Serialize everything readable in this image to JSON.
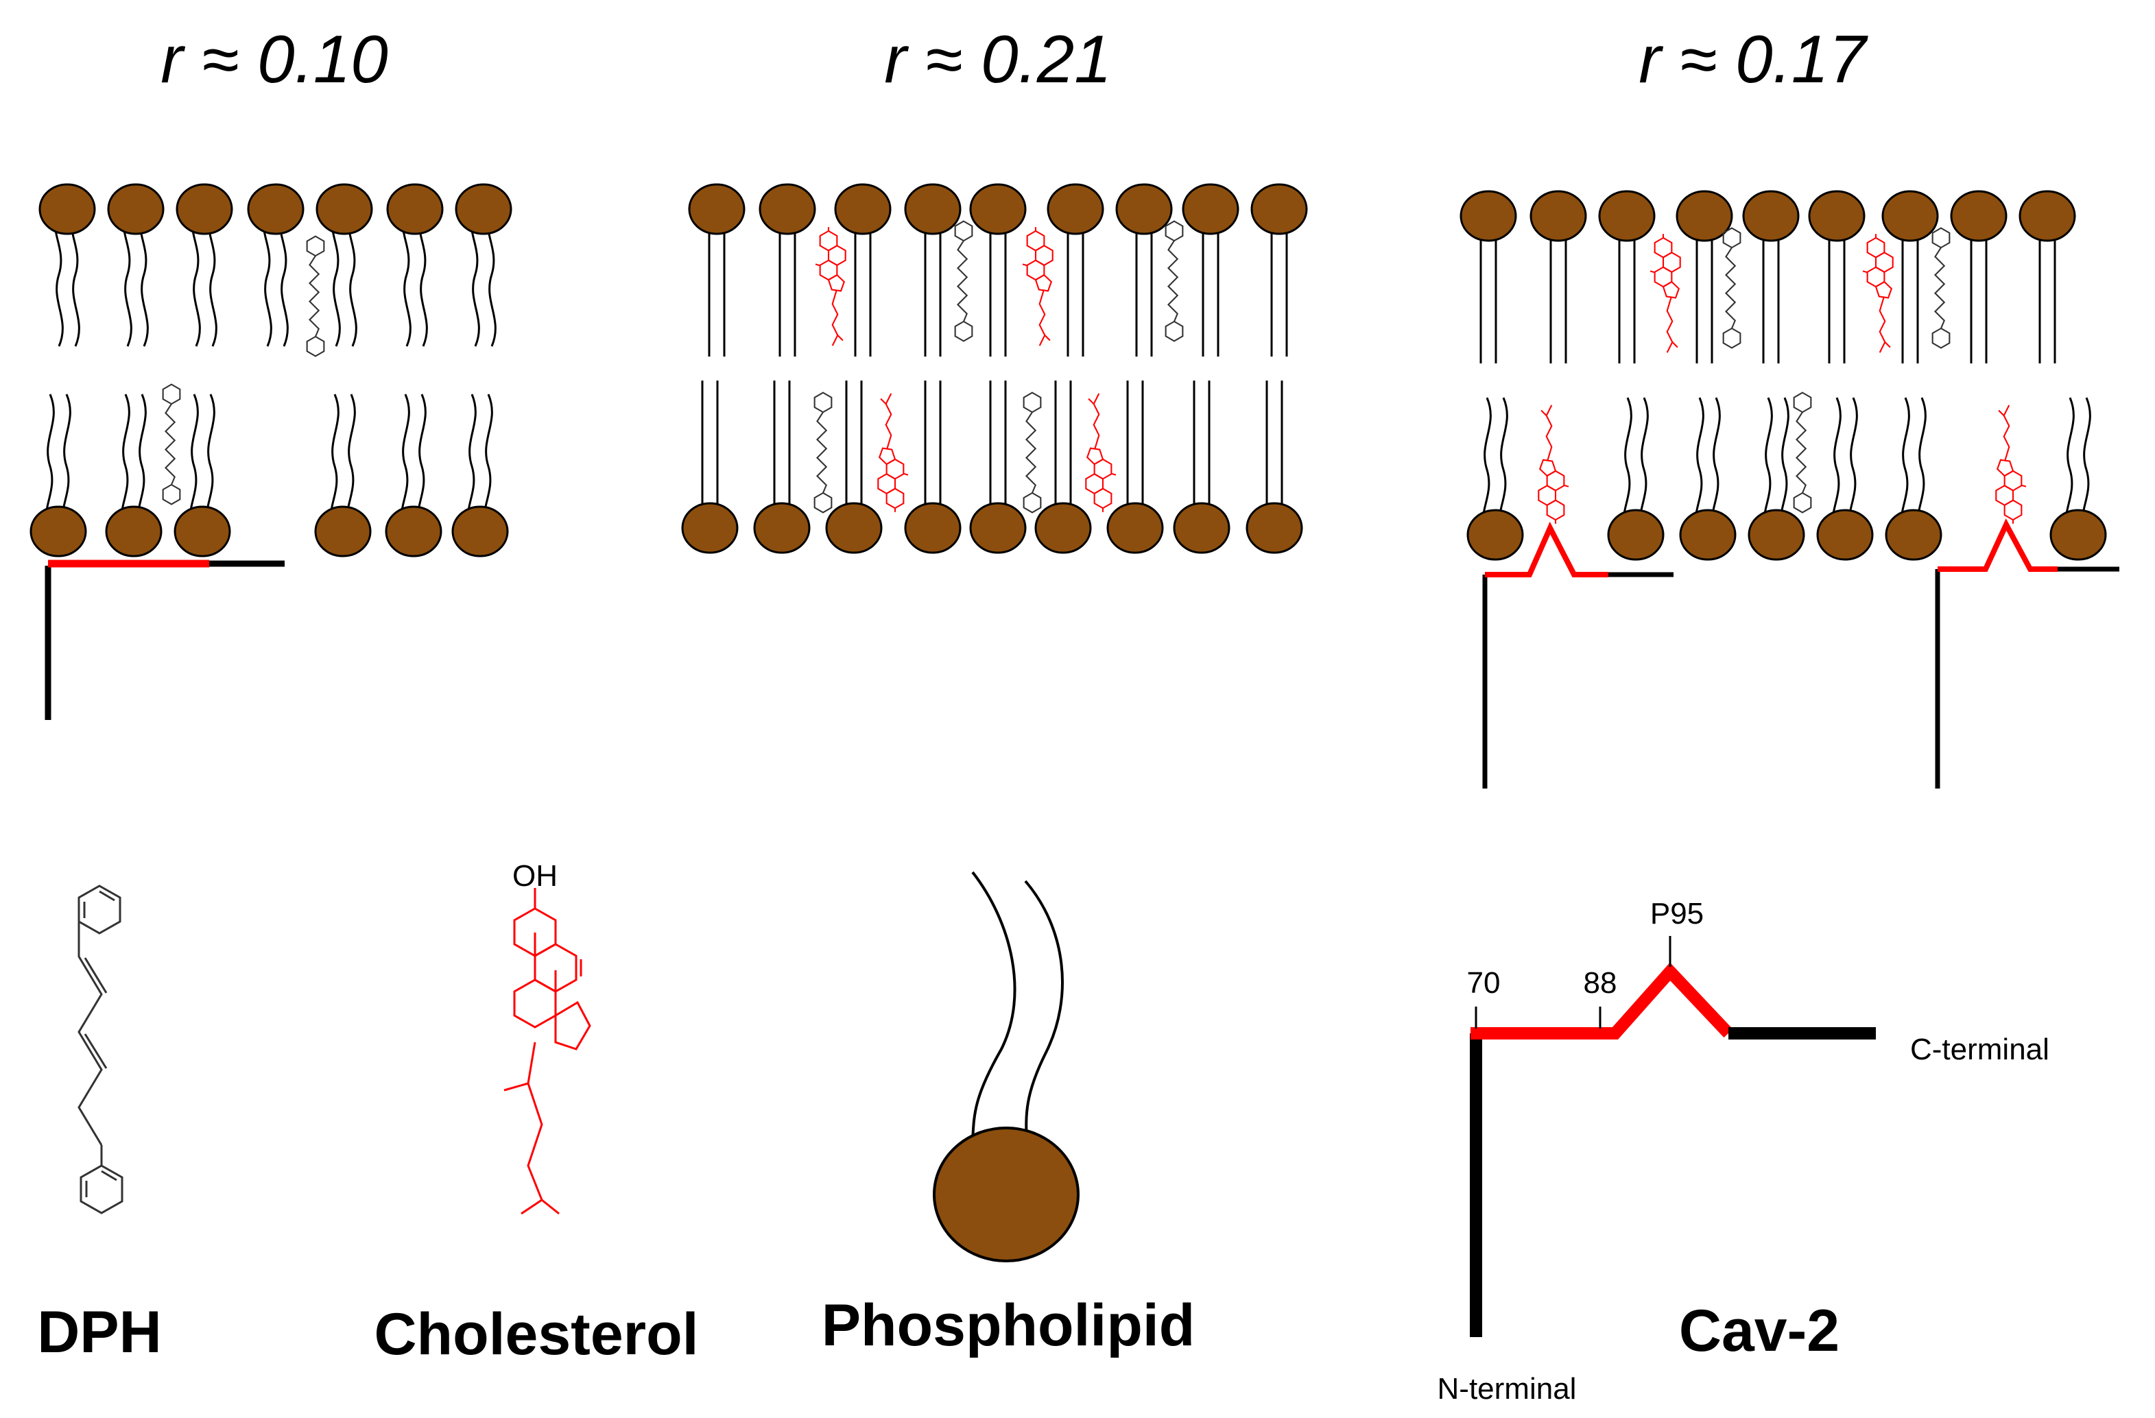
{
  "panels": [
    {
      "title": "r ≈ 0.10"
    },
    {
      "title": "r ≈ 0.21"
    },
    {
      "title": "r ≈ 0.17"
    }
  ],
  "legend": {
    "dph": "DPH",
    "cholesterol": "Cholesterol",
    "phospholipid": "Phospholipid",
    "cav2": "Cav-2"
  },
  "cav2_labels": {
    "residue_70": "70",
    "residue_88": "88",
    "residue_p95": "P95",
    "c_terminal": "C-terminal",
    "n_terminal": "N-terminal"
  },
  "cholesterol_label": "OH",
  "colors": {
    "phospholipid_head": "#8b4e0e",
    "cholesterol": "#ff0000",
    "cav2_scaffold": "#ff0000",
    "line": "#000000"
  }
}
